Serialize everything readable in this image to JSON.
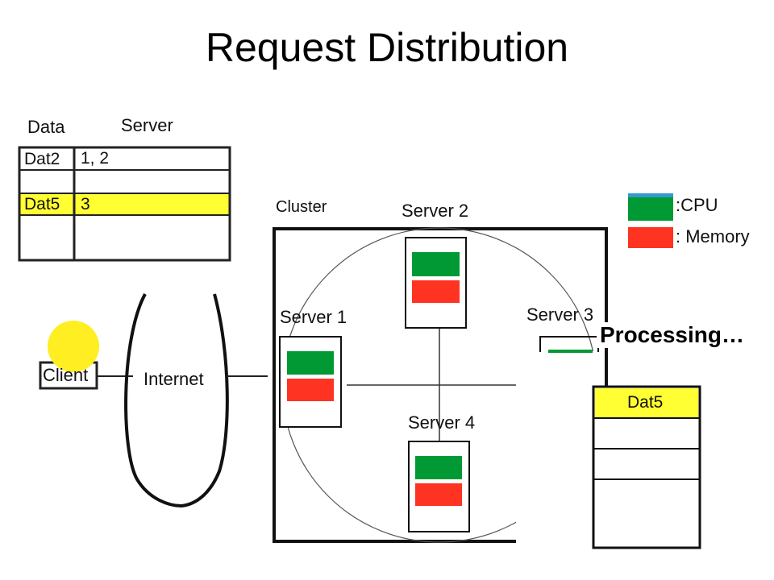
{
  "slide": {
    "title": "Request Distribution"
  },
  "lookup_table": {
    "header_data": "Data",
    "header_server": "Server",
    "rows": [
      {
        "data": "Dat2",
        "server": "1, 2",
        "highlight": false
      },
      {
        "data": "",
        "server": "",
        "highlight": false
      },
      {
        "data": "Dat5",
        "server": "3",
        "highlight": true
      },
      {
        "data": "",
        "server": "",
        "highlight": false
      }
    ]
  },
  "legend": {
    "cpu_label": ":CPU",
    "memory_label": ": Memory"
  },
  "cluster": {
    "label": "Cluster",
    "servers": [
      "Server 1",
      "Server 2",
      "Server 3",
      "Server 4"
    ]
  },
  "client": {
    "label": "Client"
  },
  "internet": {
    "label": "Internet"
  },
  "status": {
    "processing": "Processing…"
  },
  "queue_table": {
    "rows": [
      "Dat5",
      "",
      "",
      ""
    ]
  },
  "colors": {
    "cpu": "#009933",
    "memory": "#ff3322",
    "highlight": "#ffff33",
    "request_dot": "#ffee22"
  }
}
